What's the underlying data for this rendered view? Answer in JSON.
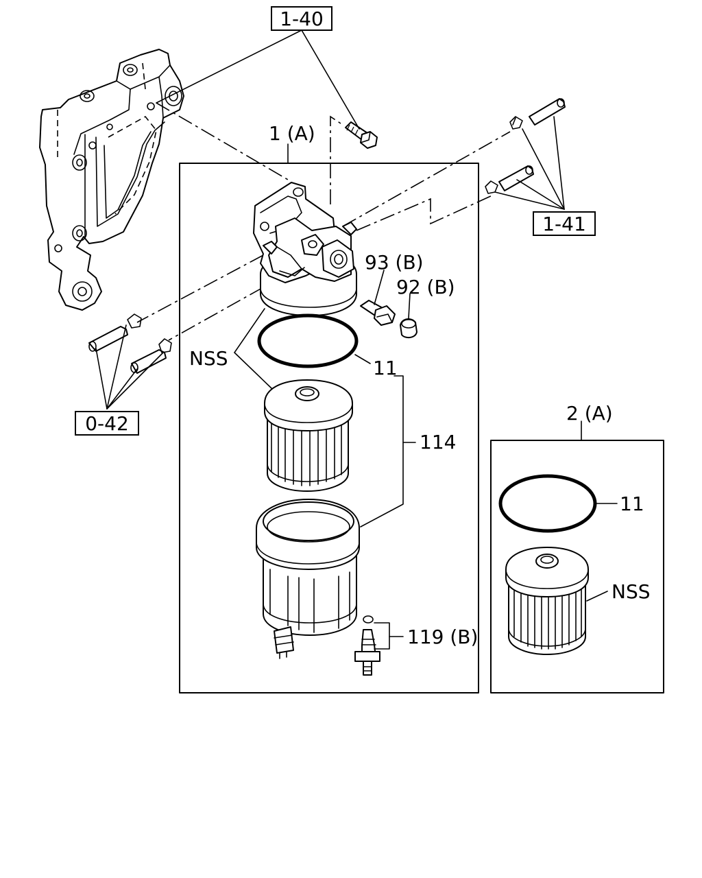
{
  "references": {
    "ref_1_40": "1-40",
    "ref_1_41": "1-41",
    "ref_0_42": "0-42"
  },
  "labels": {
    "assembly_1": "1 (A)",
    "assembly_2": "2 (A)",
    "part_93": "93 (B)",
    "part_92": "92 (B)",
    "nss_main": "NSS",
    "oring_main": "11",
    "part_114": "114",
    "part_119": "119 (B)",
    "oring_kit": "11",
    "nss_kit": "NSS"
  }
}
